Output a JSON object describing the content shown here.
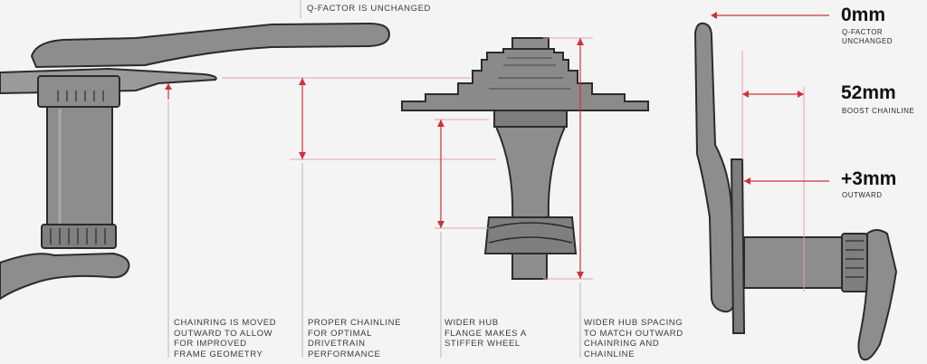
{
  "colors": {
    "background": "#f4f4f4",
    "part_fill": "#8d8d8d",
    "part_dark": "#555555",
    "part_outline": "#2b2b2b",
    "accent_red": "#d0313c",
    "guide_line": "#e6a2a7",
    "text": "#3a3a3a"
  },
  "captions": {
    "top": "Q-FACTOR IS UNCHANGED",
    "chainring": "CHAINRING IS MOVED\nOUTWARD TO ALLOW\nFOR IMPROVED\nFRAME GEOMETRY",
    "chainline": "PROPER CHAINLINE\nFOR OPTIMAL\nDRIVETRAIN\nPERFORMANCE",
    "hub": "WIDER HUB\nFLANGE MAKES A\nSTIFFER WHEEL",
    "spacing": "WIDER HUB SPACING\nTO MATCH OUTWARD\nCHAINRING AND\nCHAINLINE"
  },
  "stats": [
    {
      "value": "0mm",
      "label": "Q-FACTOR\nUNCHANGED"
    },
    {
      "value": "52mm",
      "label": "BOOST CHAINLINE"
    },
    {
      "value": "+3mm",
      "label": "OUTWARD"
    }
  ],
  "icons": {
    "crank_left": "crankset-front-view-icon",
    "cassette": "rear-hub-cassette-icon",
    "crank_right": "crankset-side-view-icon"
  }
}
